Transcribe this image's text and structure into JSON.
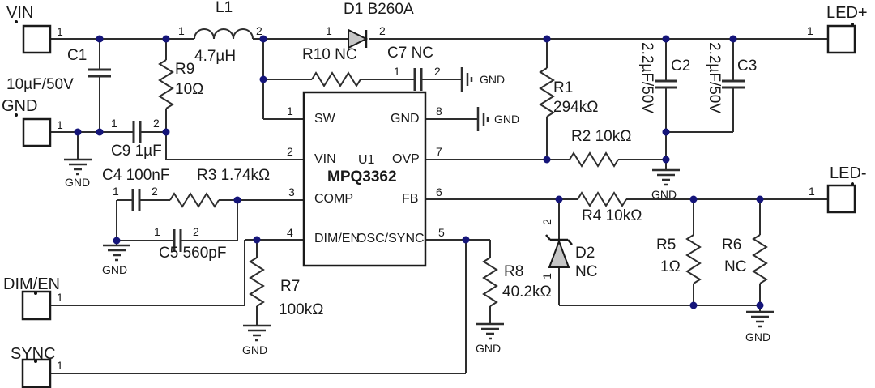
{
  "connectors": {
    "vin": {
      "label": "VIN",
      "pin": "1"
    },
    "gnd": {
      "label": "GND",
      "pin": "1"
    },
    "dim_en": {
      "label": "DIM/EN",
      "pin": "1"
    },
    "sync": {
      "label": "SYNC",
      "pin": "1"
    },
    "led_plus": {
      "label": "LED+",
      "pin": "1"
    },
    "led_minus": {
      "label": "LED-",
      "pin": "1"
    }
  },
  "ic": {
    "refdes": "U1",
    "part": "MPQ3362",
    "pins": {
      "sw": {
        "num": "1",
        "label": "SW"
      },
      "vin": {
        "num": "2",
        "label": "VIN"
      },
      "comp": {
        "num": "3",
        "label": "COMP"
      },
      "dim_en": {
        "num": "4",
        "label": "DIM/EN"
      },
      "osc_sync": {
        "num": "5",
        "label": "OSC/SYNC"
      },
      "fb": {
        "num": "6",
        "label": "FB"
      },
      "ovp": {
        "num": "7",
        "label": "OVP"
      },
      "gnd": {
        "num": "8",
        "label": "GND"
      }
    }
  },
  "components": {
    "c1": {
      "ref": "C1",
      "value": "10µF/50V"
    },
    "c9": {
      "label": "C9 1µF",
      "pin1": "1",
      "pin2": "2"
    },
    "l1": {
      "ref": "L1",
      "value": "4.7µH",
      "pin1": "1",
      "pin2": "2"
    },
    "r9": {
      "ref": "R9",
      "value": "10Ω"
    },
    "d1": {
      "label": "D1 B260A",
      "pin1": "1",
      "pin2": "2"
    },
    "r10": {
      "label": "R10 NC"
    },
    "c7": {
      "label": "C7 NC",
      "pin1": "1",
      "pin2": "2"
    },
    "c4": {
      "label": "C4 100nF",
      "pin1": "1",
      "pin2": "2"
    },
    "r3": {
      "label": "R3 1.74kΩ"
    },
    "c5": {
      "label": "C5 560pF",
      "pin1": "1",
      "pin2": "2"
    },
    "r7": {
      "ref": "R7",
      "value": "100kΩ"
    },
    "r8": {
      "ref": "R8",
      "value": "40.2kΩ"
    },
    "r1": {
      "ref": "R1",
      "value": "294kΩ"
    },
    "r2": {
      "label": "R2 10kΩ"
    },
    "c2": {
      "ref": "C2",
      "value": "2.2µF/50V"
    },
    "c3": {
      "ref": "C3",
      "value": "2.2µF/50V"
    },
    "r4": {
      "label": "R4 10kΩ"
    },
    "d2": {
      "ref": "D2",
      "value": "NC",
      "pin1": "1",
      "pin2": "2"
    },
    "r5": {
      "ref": "R5",
      "value": "1Ω"
    },
    "r6": {
      "ref": "R6",
      "value": "NC"
    }
  },
  "gnd_label": "GND",
  "colors": {
    "wire": "#2e2e2e",
    "junction": "#15157a",
    "diode_fill": "#c6c6c6"
  }
}
